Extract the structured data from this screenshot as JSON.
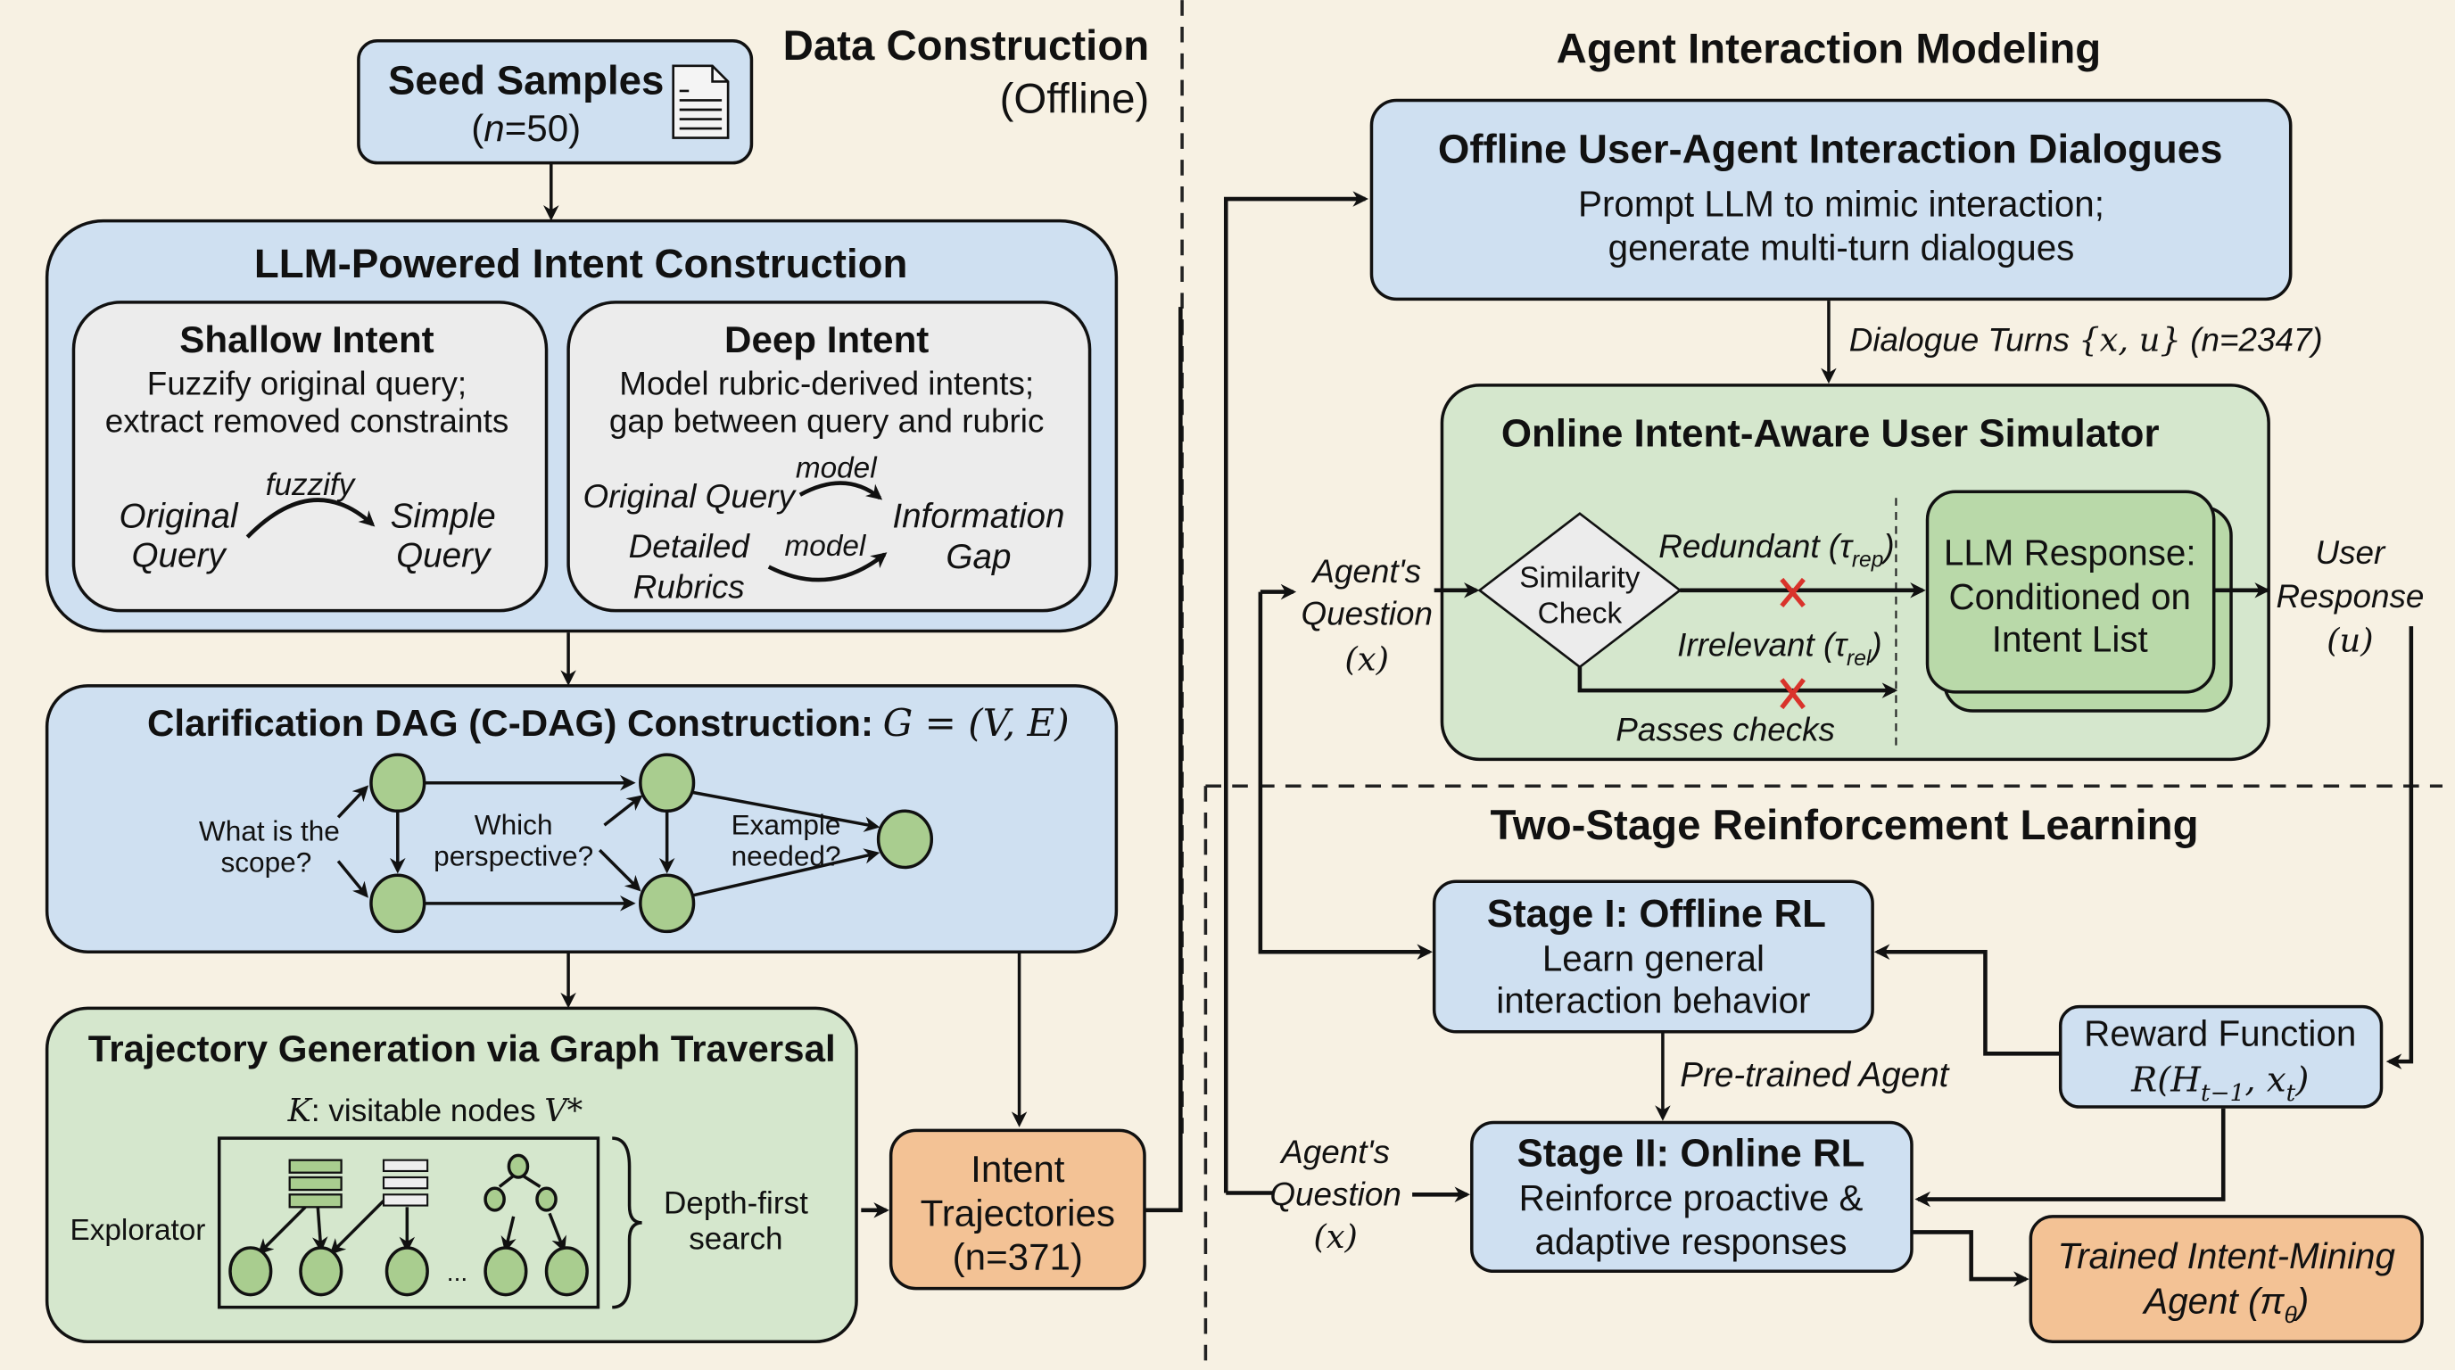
{
  "colors": {
    "background": "#f7f1e3",
    "blue_box": "#cfe0f1",
    "green_box": "#d5e7cd",
    "green_node": "#a9cd8f",
    "gray_box": "#ececec",
    "orange_box": "#f3c295",
    "reject_mark": "#d9332b"
  },
  "left_panel": {
    "title": "Data Construction",
    "subtitle": "(Offline)",
    "seed": {
      "title": "Seed Samples",
      "count_prefix": "(",
      "count_var": "n",
      "count_suffix": "=50)",
      "icon": "document-icon"
    },
    "intent_construction": {
      "title": "LLM-Powered Intent Construction",
      "shallow": {
        "title": "Shallow Intent",
        "desc_line1": "Fuzzify original query;",
        "desc_line2": "extract removed constraints",
        "from_line1": "Original",
        "from_line2": "Query",
        "edge_label": "fuzzify",
        "to_line1": "Simple",
        "to_line2": "Query"
      },
      "deep": {
        "title": "Deep Intent",
        "desc_line1": "Model rubric-derived intents;",
        "desc_line2": "gap between query and rubric",
        "source1": "Original Query",
        "source2_line1": "Detailed",
        "source2_line2": "Rubrics",
        "edge1_label": "model",
        "edge2_label": "model",
        "target_line1": "Information",
        "target_line2": "Gap"
      }
    },
    "cdag": {
      "title": "Clarification DAG (C-DAG) Construction:",
      "formula": "G = (V, E)",
      "labels": [
        {
          "line1": "What is the",
          "line2": "scope?"
        },
        {
          "line1": "Which",
          "line2": "perspective?"
        },
        {
          "line1": "Example",
          "line2": "needed?"
        }
      ]
    },
    "trajectory": {
      "title": "Trajectory Generation via Graph Traversal",
      "k_label_var": "K",
      "k_label_text": ": visitable nodes ",
      "k_label_set": "V*",
      "explorer_label": "Explorator",
      "ellipsis": "...",
      "dfs_line1": "Depth-first",
      "dfs_line2": "search"
    },
    "intent_trajectories": {
      "line1": "Intent",
      "line2": "Trajectories",
      "line3": "(n=371)"
    }
  },
  "right_panel": {
    "title": "Agent Interaction Modeling",
    "offline_dialogues": {
      "title": "Offline User-Agent Interaction Dialogues",
      "desc_line1": "Prompt LLM to mimic interaction;",
      "desc_line2": "generate multi-turn dialogues"
    },
    "dialogue_turns": {
      "text": "Dialogue Turns ",
      "set": "{x, u}",
      "count": " (n=2347)"
    },
    "simulator": {
      "title": "Online Intent-Aware User Simulator",
      "agent_question": {
        "line1": "Agent's",
        "line2": "Question",
        "var": "(x)"
      },
      "similarity_check": {
        "line1": "Similarity",
        "line2": "Check"
      },
      "redundant": "Redundant (τ",
      "redundant_sub": "rep",
      "irrelevant": "Irrelevant (τ",
      "irrelevant_sub": "rel",
      "close_paren": ")",
      "passes": "Passes checks",
      "llm_response": {
        "line1": "LLM Response:",
        "line2": "Conditioned on",
        "line3": "Intent List"
      },
      "user_response": {
        "line1": "User",
        "line2": "Response",
        "var": "(u)"
      }
    },
    "rl": {
      "title": "Two-Stage Reinforcement Learning",
      "stage1": {
        "title": "Stage I: Offline RL",
        "line1": "Learn general",
        "line2": "interaction behavior"
      },
      "pretrained": "Pre-trained Agent",
      "stage2": {
        "title": "Stage II: Online RL",
        "line1": "Reinforce proactive &",
        "line2": "adaptive responses"
      },
      "reward": {
        "title": "Reward Function",
        "formula": "R(H",
        "sub1": "t−1",
        "mid": ", x",
        "sub2": "t",
        "end": ")"
      },
      "agent_question": {
        "line1": "Agent's",
        "line2": "Question",
        "var": "(x)"
      },
      "trained_agent": {
        "line1": "Trained Intent-Mining",
        "line2": "Agent (π",
        "sub": "θ",
        "end": ")"
      }
    }
  }
}
